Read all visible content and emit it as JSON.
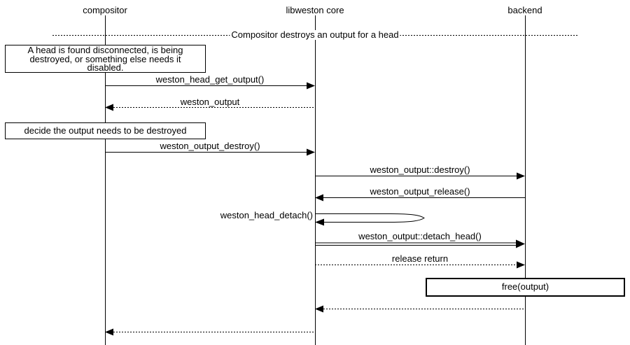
{
  "actors": [
    {
      "name": "compositor"
    },
    {
      "name": "libweston core"
    },
    {
      "name": "backend"
    }
  ],
  "divider": {
    "label": "Compositor destroys an output for a head"
  },
  "notes": {
    "head_disconnected": {
      "lines": [
        "A head is found disconnected, is being",
        "destroyed, or something else needs it",
        "disabled."
      ]
    },
    "decide_destroy": {
      "text": "decide the output needs to be destroyed"
    },
    "free_output": {
      "text": "free(output)"
    }
  },
  "messages": [
    {
      "label": "weston_head_get_output()",
      "from": "compositor",
      "to": "libweston core",
      "style": "solid"
    },
    {
      "label": "weston_output",
      "from": "libweston core",
      "to": "compositor",
      "style": "dotted"
    },
    {
      "label": "weston_output_destroy()",
      "from": "compositor",
      "to": "libweston core",
      "style": "solid"
    },
    {
      "label": "weston_output::destroy()",
      "from": "libweston core",
      "to": "backend",
      "style": "solid"
    },
    {
      "label": "weston_output_release()",
      "from": "backend",
      "to": "libweston core",
      "style": "solid"
    },
    {
      "label": "weston_head_detach()",
      "from": "libweston core",
      "to": "libweston core",
      "style": "self"
    },
    {
      "label": "weston_output::detach_head()",
      "from": "libweston core",
      "to": "backend",
      "style": "double"
    },
    {
      "label": "release return",
      "from": "libweston core",
      "to": "backend",
      "style": "dotted"
    },
    {
      "label": "",
      "from": "backend",
      "to": "libweston core",
      "style": "dotted"
    },
    {
      "label": "",
      "from": "libweston core",
      "to": "compositor",
      "style": "dotted"
    }
  ],
  "colors": {
    "line": "#000000",
    "background": "#ffffff",
    "text": "#000000"
  }
}
